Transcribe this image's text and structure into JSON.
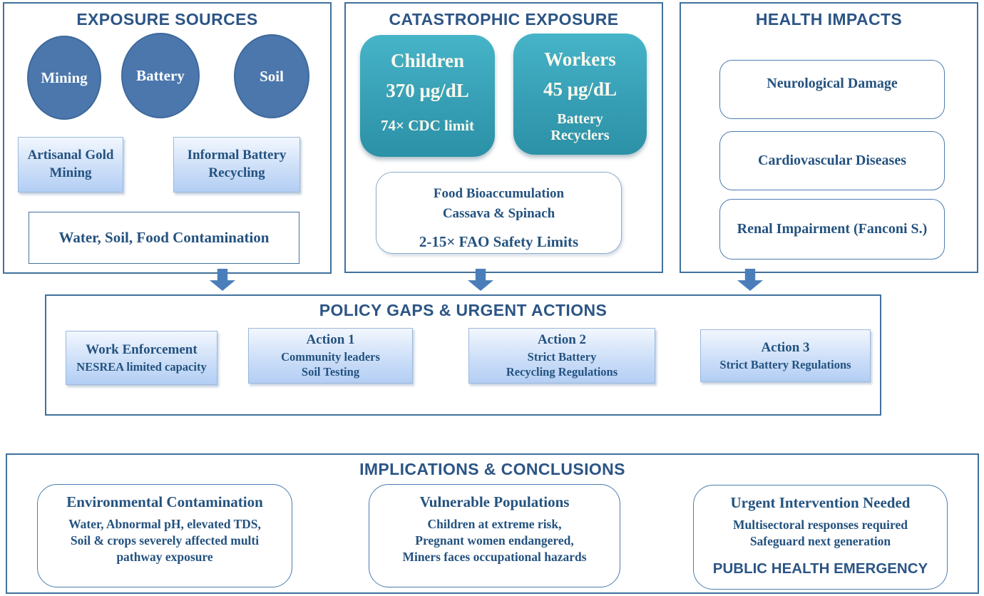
{
  "colors": {
    "panel_border": "#41719c",
    "heading_text": "#2c5585",
    "body_text": "#24527f",
    "circle_fill": "#4b77ac",
    "arrow_fill": "#4a7ebb",
    "teal_card_top": "#46b4c8",
    "teal_card_bottom": "#2b91a7",
    "light_box_top": "#f2f7fe",
    "light_box_bottom": "#b3cef4",
    "card_text": "#fdf9ee"
  },
  "exposure": {
    "title": "EXPOSURE SOURCES",
    "circles": [
      {
        "label": "Mining"
      },
      {
        "label": "Battery"
      },
      {
        "label": "Soil"
      }
    ],
    "tags": [
      {
        "line1": "Artisanal Gold",
        "line2": "Mining"
      },
      {
        "line1": "Informal Battery",
        "line2": "Recycling"
      }
    ],
    "wide_box": "Water, Soil, Food Contamination"
  },
  "catastrophic": {
    "title": "CATASTROPHIC EXPOSURE",
    "cards": [
      {
        "name": "Children",
        "value": "370 μg/dL",
        "note": "74× CDC limit"
      },
      {
        "name": "Workers",
        "value": "45 μg/dL",
        "note_line1": "Battery",
        "note_line2": "Recyclers"
      }
    ],
    "food": {
      "line1": "Food Bioaccumulation",
      "line2": "Cassava & Spinach",
      "line3": "2-15× FAO Safety Limits"
    }
  },
  "health": {
    "title": "HEALTH IMPACTS",
    "items": [
      {
        "label": "Neurological Damage"
      },
      {
        "label": "Cardiovascular Diseases"
      },
      {
        "label": "Renal Impairment (Fanconi S.)"
      }
    ]
  },
  "policy": {
    "title": "POLICY GAPS & URGENT ACTIONS",
    "actions": [
      {
        "title": "Work Enforcement",
        "line1": "NESREA limited capacity",
        "line2": ""
      },
      {
        "title": "Action 1",
        "line1": "Community leaders",
        "line2": "Soil Testing"
      },
      {
        "title": "Action 2",
        "line1": "Strict Battery",
        "line2": "Recycling Regulations"
      },
      {
        "title": "Action 3",
        "line1": "Strict Battery Regulations",
        "line2": ""
      }
    ]
  },
  "implications": {
    "title": "IMPLICATIONS & CONCLUSIONS",
    "cards": [
      {
        "title": "Environmental Contamination",
        "line1": "Water, Abnormal pH, elevated TDS,",
        "line2": "Soil & crops severely affected multi",
        "line3": "pathway exposure",
        "footer": ""
      },
      {
        "title": "Vulnerable Populations",
        "line1": "Children at extreme risk,",
        "line2": "Pregnant women endangered,",
        "line3": "Miners faces occupational hazards",
        "footer": ""
      },
      {
        "title": "Urgent Intervention Needed",
        "line1": "Multisectoral responses required",
        "line2": "Safeguard next generation",
        "line3": "",
        "footer": "PUBLIC HEALTH EMERGENCY"
      }
    ]
  }
}
